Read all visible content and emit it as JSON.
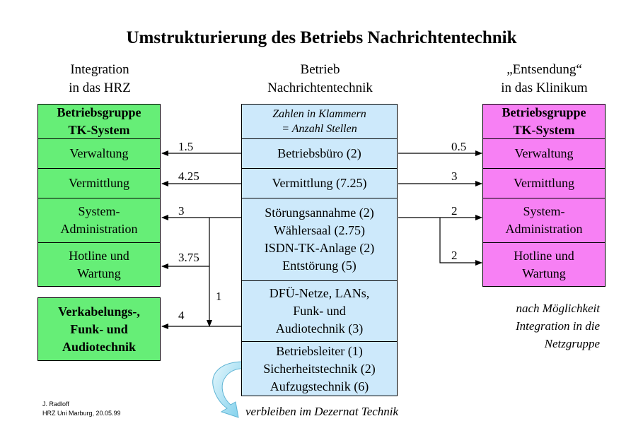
{
  "title": "Umstrukturierung des Betriebs Nachrichtentechnik",
  "headers": {
    "left_line1": "Integration",
    "left_line2": "in das HRZ",
    "center_line1": "Betrieb",
    "center_line2": "Nachrichtentechnik",
    "right_line1": "„Entsendung“",
    "right_line2": "in das Klinikum"
  },
  "left": {
    "group_line1": "Betriebsgruppe",
    "group_line2": "TK-System",
    "verwaltung": "Verwaltung",
    "vermittlung": "Vermittlung",
    "sysadmin_line1": "System-",
    "sysadmin_line2": "Administration",
    "hotline_line1": "Hotline und",
    "hotline_line2": "Wartung",
    "kabel_line1": "Verkabelungs-,",
    "kabel_line2": "Funk- und",
    "kabel_line3": "Audiotechnik"
  },
  "center": {
    "legend_line1": "Zahlen in Klammern",
    "legend_line2": "= Anzahl Stellen",
    "buero": "Betriebsbüro (2)",
    "vermittlung": "Vermittlung (7.25)",
    "stoer_line1": "Störungsannahme (2)",
    "stoer_line2": "Wählersaal (2.75)",
    "stoer_line3": "ISDN-TK-Anlage (2)",
    "stoer_line4": "Entstörung (5)",
    "dfue_line1": "DFÜ-Netze, LANs,",
    "dfue_line2": "Funk- und",
    "dfue_line3": "Audiotechnik (3)",
    "leiter_line1": "Betriebsleiter (1)",
    "leiter_line2": "Sicherheitstechnik (2)",
    "leiter_line3": "Aufzugstechnik (6)"
  },
  "right": {
    "group_line1": "Betriebsgruppe",
    "group_line2": "TK-System",
    "verwaltung": "Verwaltung",
    "vermittlung": "Vermittlung",
    "sysadmin_line1": "System-",
    "sysadmin_line2": "Administration",
    "hotline_line1": "Hotline und",
    "hotline_line2": "Wartung"
  },
  "flows": {
    "left_verwaltung": "1.5",
    "left_vermittlung": "4.25",
    "left_sysadmin": "3",
    "left_hotline": "3.75",
    "left_branch": "1",
    "left_kabel": "4",
    "right_verwaltung": "0.5",
    "right_vermittlung": "3",
    "right_sysadmin": "2",
    "right_hotline": "2"
  },
  "notes": {
    "right_line1": "nach Möglichkeit",
    "right_line2": "Integration in die",
    "right_line3": "Netzgruppe",
    "remain": "verbleiben im Dezernat Technik"
  },
  "author": {
    "line1": "J. Radloff",
    "line2": "HRZ Uni Marburg, 20.05.99"
  },
  "colors": {
    "green": "#66ee77",
    "pink": "#f780f4",
    "blue": "#cde9fb",
    "arrow_fill": "#8fd8f0"
  }
}
